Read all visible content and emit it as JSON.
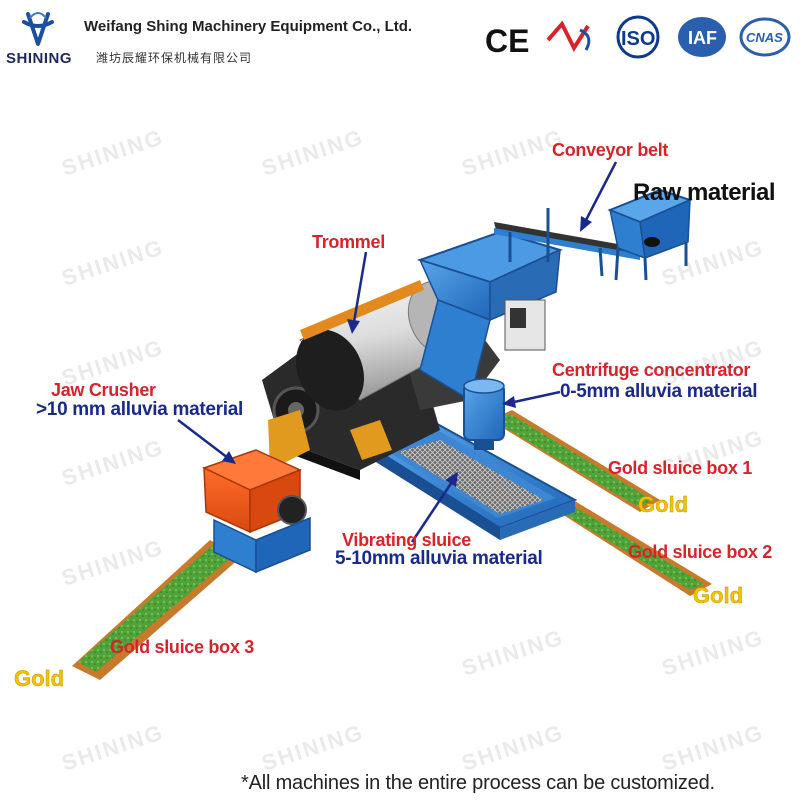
{
  "header": {
    "company_en": "Weifang Shing Machinery Equipment Co., Ltd.",
    "company_cn": "潍坊辰耀环保机械有限公司",
    "brand": "SHINING",
    "certifications": [
      "CE",
      "ISO",
      "IAF",
      "CNAS"
    ]
  },
  "watermark": "SHINING",
  "labels": {
    "conveyor_belt": "Conveyor belt",
    "raw_material": "Raw material",
    "trommel": "Trommel",
    "centrifuge_title": "Centrifuge concentrator",
    "centrifuge_sub": "0-5mm alluvia material",
    "jaw_crusher_title": "Jaw Crusher",
    "jaw_crusher_sub": ">10 mm alluvia material",
    "gold_sluice_1": "Gold sluice box 1",
    "gold_sluice_2": "Gold sluice box 2",
    "gold_sluice_3": "Gold sluice box 3",
    "gold_1": "Gold",
    "gold_2": "Gold",
    "gold_3": "Gold",
    "vibrating_title": "Vibrating sluice",
    "vibrating_sub": "5-10mm alluvia material"
  },
  "footnote": "*All machines in the entire process can be customized.",
  "colors": {
    "machine_blue": "#2f7fd0",
    "crusher_orange": "#f05a1c",
    "sluice_green": "#4fa33a",
    "label_red": "#d8232a",
    "label_blue": "#1a2a8c",
    "gold": "#f2c200"
  }
}
